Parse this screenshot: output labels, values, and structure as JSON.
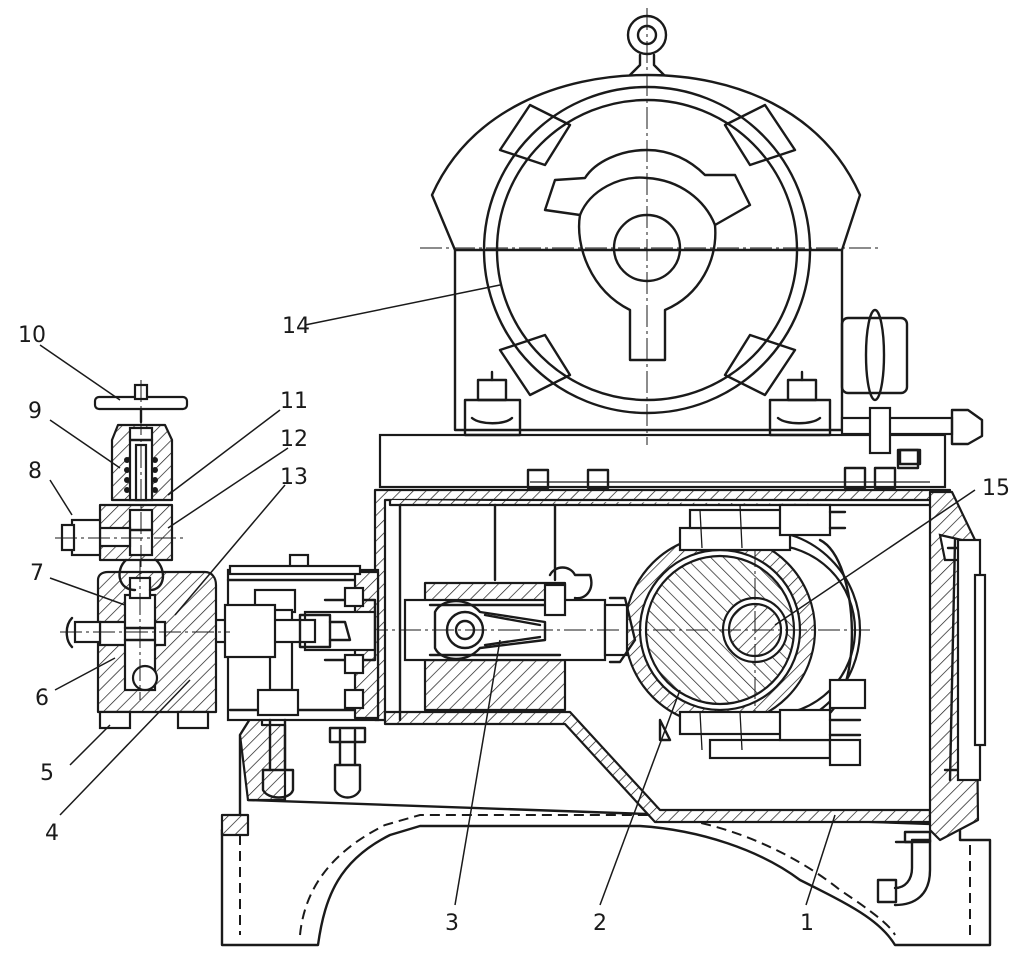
{
  "callouts": [
    {
      "id": "1",
      "text": "1"
    },
    {
      "id": "2",
      "text": "2"
    },
    {
      "id": "3",
      "text": "3"
    },
    {
      "id": "4",
      "text": "4"
    },
    {
      "id": "5",
      "text": "5"
    },
    {
      "id": "6",
      "text": "6"
    },
    {
      "id": "7",
      "text": "7"
    },
    {
      "id": "8",
      "text": "8"
    },
    {
      "id": "9",
      "text": "9"
    },
    {
      "id": "10",
      "text": "10"
    },
    {
      "id": "11",
      "text": "11"
    },
    {
      "id": "12",
      "text": "12"
    },
    {
      "id": "13",
      "text": "13"
    },
    {
      "id": "14",
      "text": "14"
    },
    {
      "id": "15",
      "text": "15"
    }
  ],
  "colors": {
    "ink": "#1a1a1a",
    "paper": "#ffffff"
  }
}
